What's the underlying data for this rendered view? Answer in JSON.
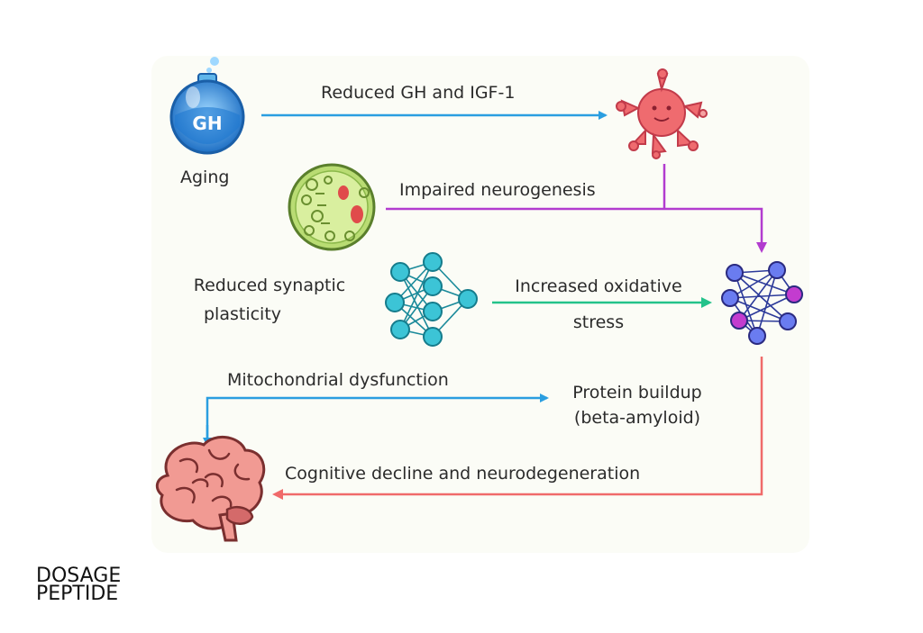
{
  "labels": {
    "aging": "Aging",
    "flask_text": "GH",
    "reduced_gh": "Reduced GH and IGF-1",
    "impaired_neurogenesis": "Impaired neurogenesis",
    "reduced_synaptic_line1": "Reduced synaptic",
    "reduced_synaptic_line2": "plasticity",
    "oxidative_line1": "Increased oxidative",
    "oxidative_line2": "stress",
    "mitochondrial": "Mitochondrial dysfunction",
    "protein_line1": "Protein buildup",
    "protein_line2": "(beta-amyloid)",
    "cognitive": "Cognitive decline and neurodegeneration"
  },
  "brand": {
    "line1": "DOSAGE",
    "line2": "PEPTIDE"
  },
  "colors": {
    "blue": "#2a9ee0",
    "purple": "#b23ccf",
    "green": "#23c28a",
    "red": "#f06a6a",
    "text": "#2b2b2b"
  },
  "icons": [
    "flask-icon",
    "neuron-cell-icon",
    "stem-cell-icon",
    "neural-network-icon",
    "oxidative-network-icon",
    "brain-icon"
  ]
}
